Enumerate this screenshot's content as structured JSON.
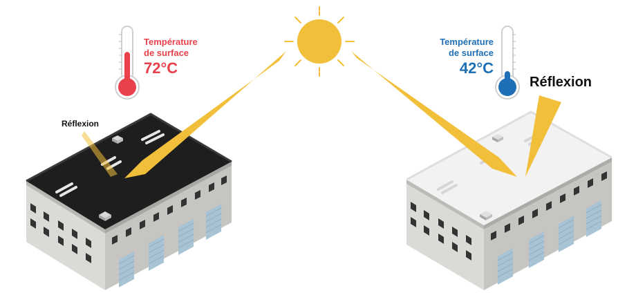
{
  "hot_building": {
    "caption_line1": "Température",
    "caption_line2": "de surface",
    "temperature": "72°C",
    "reflection_label": "Réflexion",
    "color": "#e8414c",
    "thermometer_fill": 0.62,
    "roof_color": "#1e1e1e"
  },
  "cool_building": {
    "caption_line1": "Température",
    "caption_line2": "de surface",
    "temperature": "42°C",
    "reflection_label": "Réflexion",
    "color": "#1e6fb6",
    "thermometer_fill": 0.28,
    "roof_color": "#f2f2f2"
  },
  "sun": {
    "color": "#f2bf3a"
  }
}
